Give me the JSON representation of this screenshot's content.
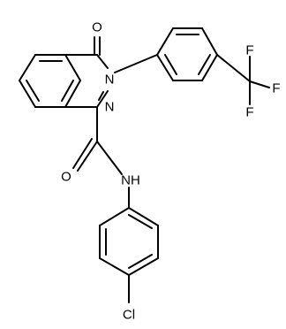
{
  "molecule": {
    "atom_labels": {
      "carbonyl_oxygen_top": "O",
      "ring_nitrogen_n3": "N",
      "ring_nitrogen_n2": "N",
      "amide_oxygen": "O",
      "amide_nh": "NH",
      "fluorine_1": "F",
      "fluorine_2": "F",
      "fluorine_3": "F",
      "chlorine": "Cl"
    }
  }
}
